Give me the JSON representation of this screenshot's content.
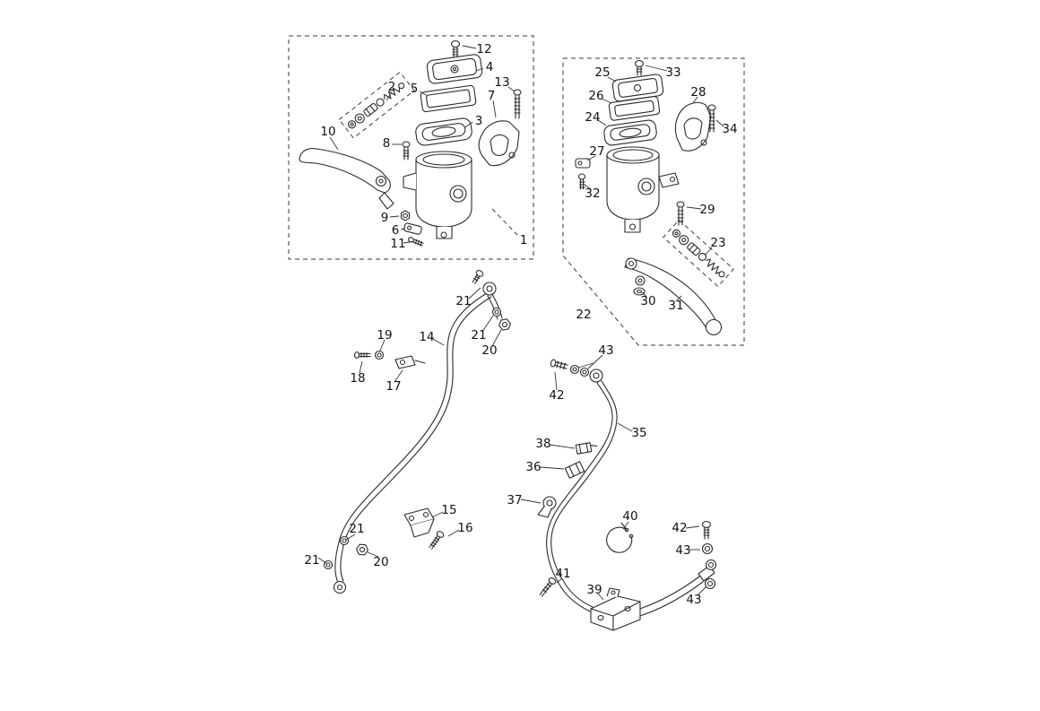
{
  "colors": {
    "background": "#ffffff",
    "line": "#2b2b2b",
    "label": "#111111"
  },
  "diagram": {
    "type": "exploded-parts-diagram",
    "assemblies": [
      {
        "ref": "1",
        "boundary": "dashed"
      },
      {
        "ref": "22",
        "boundary": "dashed"
      }
    ],
    "callouts": [
      {
        "part": "12"
      },
      {
        "part": "4"
      },
      {
        "part": "2"
      },
      {
        "part": "5"
      },
      {
        "part": "13"
      },
      {
        "part": "7"
      },
      {
        "part": "3"
      },
      {
        "part": "10"
      },
      {
        "part": "8"
      },
      {
        "part": "9"
      },
      {
        "part": "6"
      },
      {
        "part": "11"
      },
      {
        "part": "1"
      },
      {
        "part": "25"
      },
      {
        "part": "33"
      },
      {
        "part": "26"
      },
      {
        "part": "28"
      },
      {
        "part": "24"
      },
      {
        "part": "34"
      },
      {
        "part": "27"
      },
      {
        "part": "32"
      },
      {
        "part": "29"
      },
      {
        "part": "23"
      },
      {
        "part": "30"
      },
      {
        "part": "31"
      },
      {
        "part": "22"
      },
      {
        "part": "21"
      },
      {
        "part": "14"
      },
      {
        "part": "21"
      },
      {
        "part": "20"
      },
      {
        "part": "19"
      },
      {
        "part": "18"
      },
      {
        "part": "17"
      },
      {
        "part": "43"
      },
      {
        "part": "42"
      },
      {
        "part": "35"
      },
      {
        "part": "38"
      },
      {
        "part": "36"
      },
      {
        "part": "37"
      },
      {
        "part": "15"
      },
      {
        "part": "16"
      },
      {
        "part": "21"
      },
      {
        "part": "20"
      },
      {
        "part": "21"
      },
      {
        "part": "40"
      },
      {
        "part": "42"
      },
      {
        "part": "43"
      },
      {
        "part": "41"
      },
      {
        "part": "39"
      },
      {
        "part": "43"
      }
    ]
  }
}
